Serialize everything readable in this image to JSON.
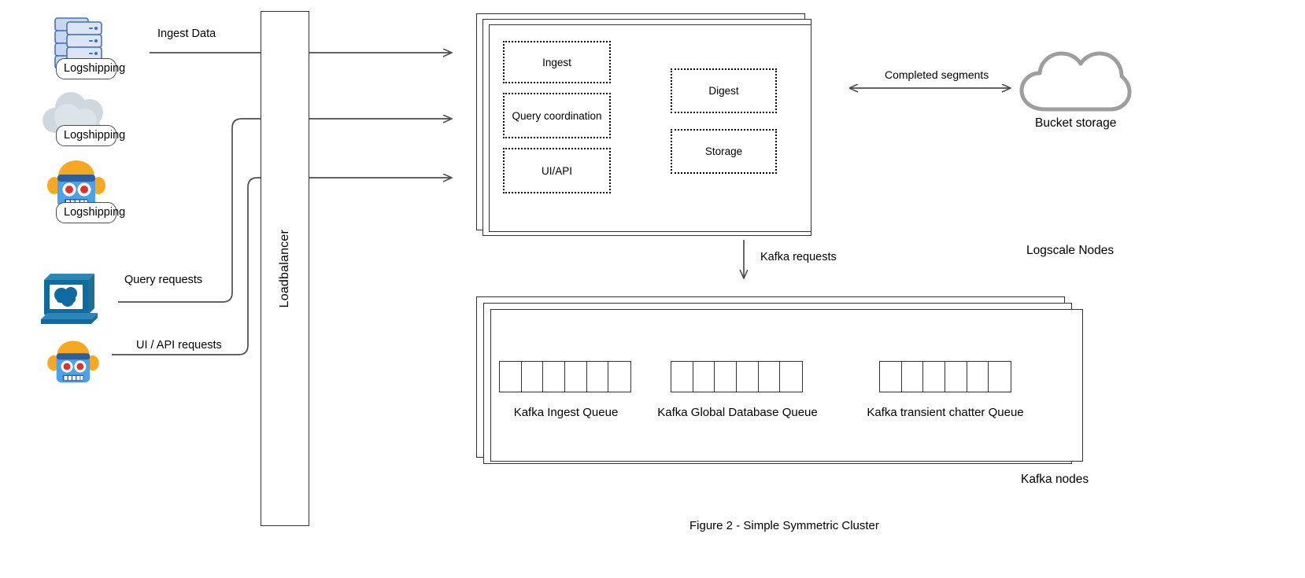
{
  "figure": {
    "caption": "Figure 2 - Simple Symmetric Cluster"
  },
  "sources": [
    {
      "icon": "server-stack-icon",
      "label": "Logshipping"
    },
    {
      "icon": "cloud-icon",
      "label": "Logshipping"
    },
    {
      "icon": "robot-icon",
      "label": "Logshipping"
    },
    {
      "icon": "desktop-computer-icon",
      "label": ""
    },
    {
      "icon": "robot-icon",
      "label": ""
    }
  ],
  "flows": [
    {
      "label": "Ingest Data"
    },
    {
      "label": "Query requests"
    },
    {
      "label": "UI / API requests"
    },
    {
      "label": "Completed segments"
    },
    {
      "label": "Kafka requests"
    }
  ],
  "loadbalancer": {
    "label": "Loadbalancer"
  },
  "logscale": {
    "group_label": "Logscale Nodes",
    "components_left": [
      {
        "label": "Ingest"
      },
      {
        "label": "Query coordination"
      },
      {
        "label": "UI/API"
      }
    ],
    "components_right": [
      {
        "label": "Digest"
      },
      {
        "label": "Storage"
      }
    ]
  },
  "bucket": {
    "label": "Bucket storage",
    "icon": "cloud-outline-icon"
  },
  "kafka": {
    "group_label": "Kafka nodes",
    "queues": [
      {
        "label": "Kafka Ingest Queue",
        "partitions": 6
      },
      {
        "label": "Kafka Global Database Queue",
        "partitions": 6
      },
      {
        "label": "Kafka transient chatter Queue",
        "partitions": 6
      }
    ]
  },
  "colors": {
    "line": "#4d4d4d",
    "card_border": "#333333",
    "cloud_gray": "#9e9e9e",
    "server_blue": "#4472b8",
    "robot_blue": "#4aa3e8",
    "computer_blue": "#0e6ba1",
    "text": "#000000"
  }
}
